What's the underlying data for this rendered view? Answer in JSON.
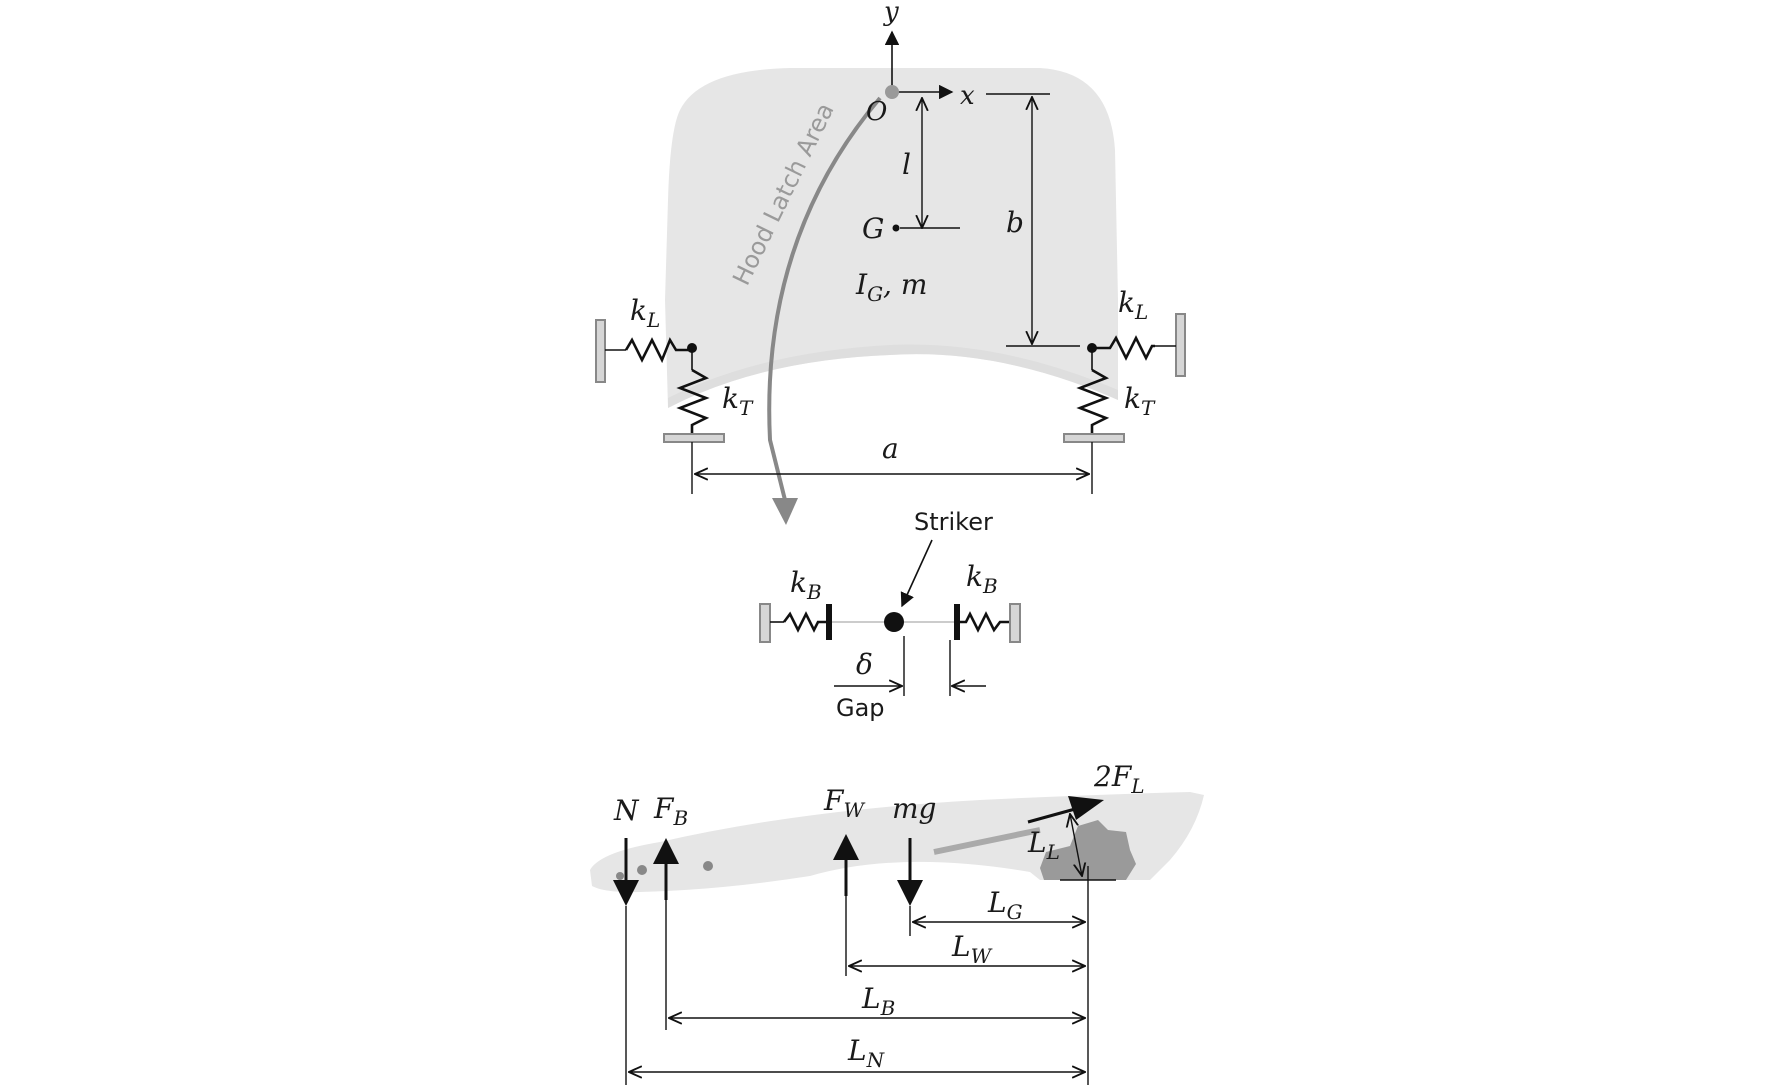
{
  "top_view": {
    "axis_y": "y",
    "axis_x": "x",
    "origin": "O",
    "cg": "G",
    "dim_l": "l",
    "dim_b": "b",
    "dim_a": "a",
    "inertia_I": "I",
    "inertia_sub": "G",
    "inertia_mass": ", m",
    "spring_left_L": "k",
    "spring_left_L_sub": "L",
    "spring_left_T": "k",
    "spring_left_T_sub": "T",
    "spring_right_L": "k",
    "spring_right_L_sub": "L",
    "spring_right_T": "k",
    "spring_right_T_sub": "T",
    "latch_label": "Hood Latch Area"
  },
  "latch_detail": {
    "spring_left": "k",
    "spring_left_sub": "B",
    "spring_right": "k",
    "spring_right_sub": "B",
    "striker_label": "Striker",
    "delta": "δ",
    "gap_label": "Gap"
  },
  "side_view": {
    "force_N": "N",
    "force_FB": "F",
    "force_FB_sub": "B",
    "force_FW": "F",
    "force_FW_sub": "W",
    "force_mg": "mg",
    "force_2FL": "2F",
    "force_2FL_sub": "L",
    "dim_LL": "L",
    "dim_LL_sub": "L",
    "dim_LG": "L",
    "dim_LG_sub": "G",
    "dim_LW": "L",
    "dim_LW_sub": "W",
    "dim_LB": "L",
    "dim_LB_sub": "B",
    "dim_LN": "L",
    "dim_LN_sub": "N"
  }
}
